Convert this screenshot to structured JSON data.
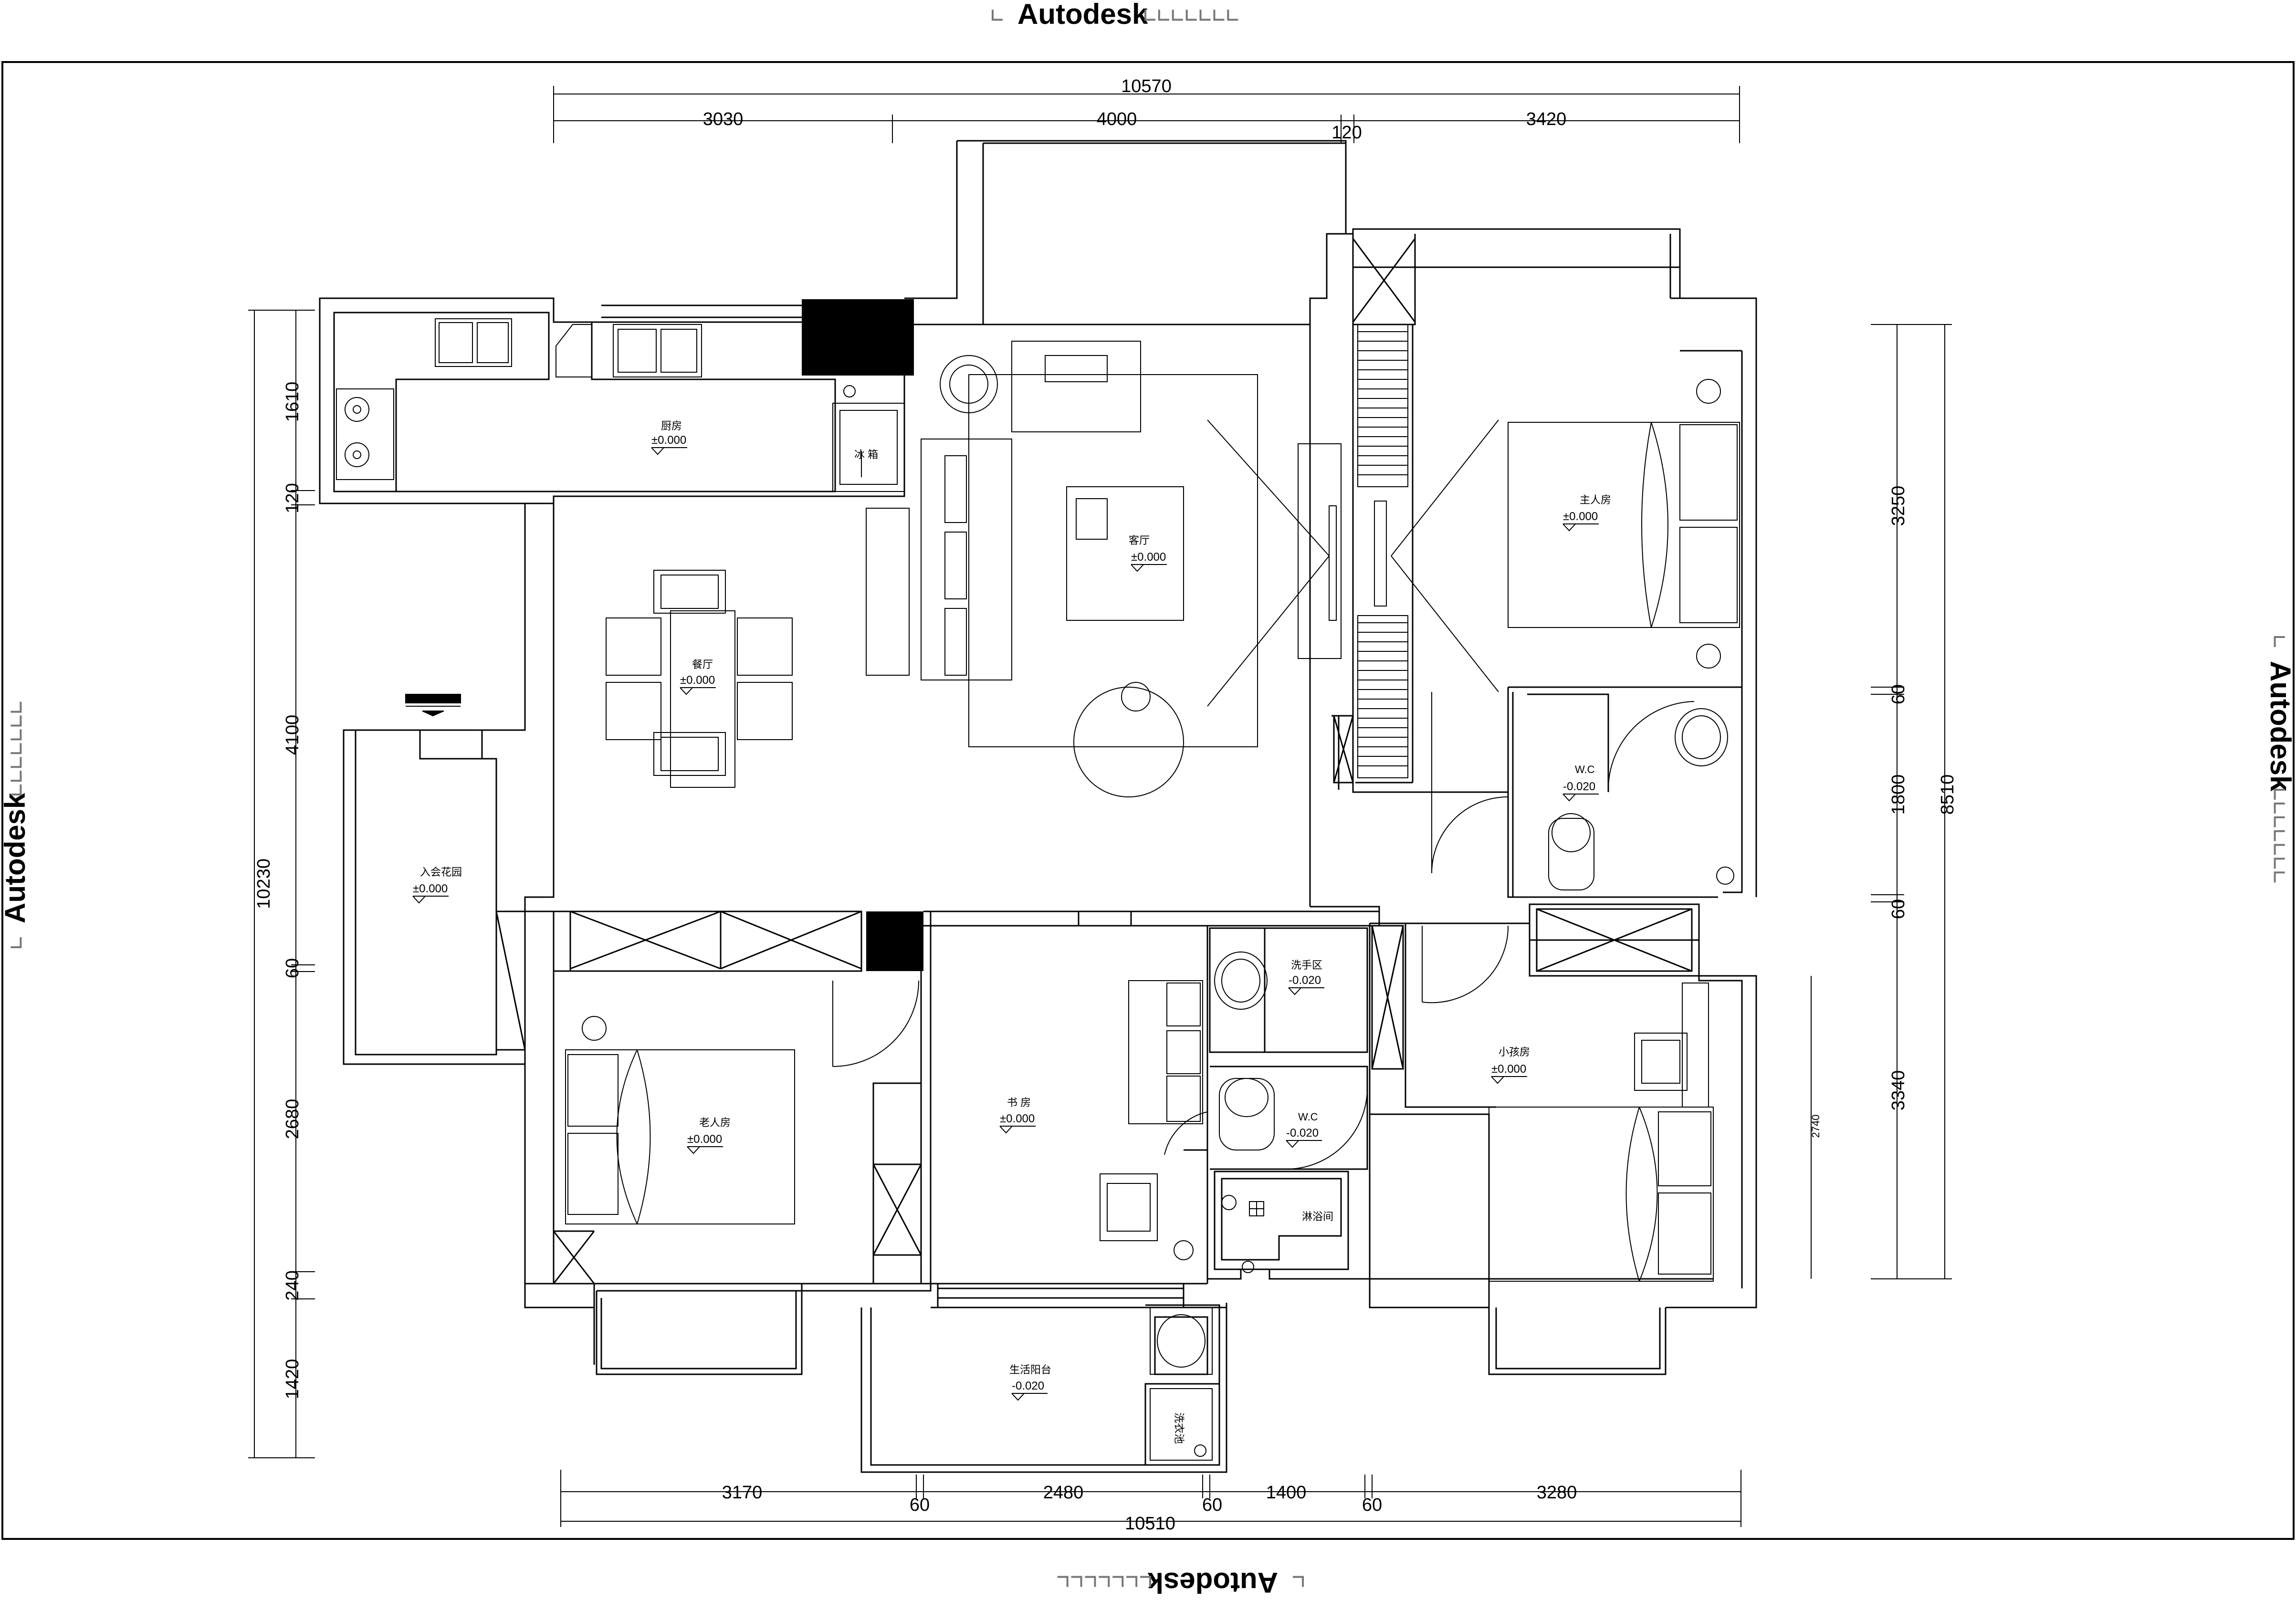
{
  "watermark": {
    "text": "Autodesk",
    "ticks": "∟∟∟∟∟∟∟",
    "corner": "∟"
  },
  "dimensions": {
    "top_total": "10570",
    "top_parts": [
      "3030",
      "4000",
      "120",
      "3420"
    ],
    "bottom_total": "10510",
    "bottom_parts": [
      "3170",
      "60",
      "2480",
      "60",
      "1400",
      "60",
      "3280"
    ],
    "left_total": "10230",
    "left_parts": [
      "1610",
      "120",
      "4100",
      "60",
      "2680",
      "240",
      "1420"
    ],
    "right_total": "8510",
    "right_parts": [
      "3250",
      "60",
      "1800",
      "60",
      "3340"
    ],
    "right_inner": "2740"
  },
  "rooms": {
    "kitchen": {
      "name": "厨房",
      "level": "±0.000"
    },
    "fridge": {
      "name": "冰 箱"
    },
    "living": {
      "name": "客厅",
      "level": "±0.000"
    },
    "dining": {
      "name": "餐厅",
      "level": "±0.000"
    },
    "master": {
      "name": "主人房",
      "level": "±0.000"
    },
    "master_wc": {
      "name": "W.C",
      "level": "-0.020"
    },
    "entry_garden": {
      "name": "入会花园",
      "level": "±0.000"
    },
    "elder": {
      "name": "老人房",
      "level": "±0.000"
    },
    "study": {
      "name": "书 房",
      "level": "±0.000"
    },
    "washing": {
      "name": "洗手区",
      "level": "-0.020"
    },
    "wc2": {
      "name": "W.C",
      "level": "-0.020"
    },
    "shower": {
      "name": "淋浴间"
    },
    "child": {
      "name": "小孩房",
      "level": "±0.000"
    },
    "balcony": {
      "name": "生活阳台",
      "level": "-0.020"
    },
    "laundry": {
      "name": "洗衣池"
    }
  }
}
